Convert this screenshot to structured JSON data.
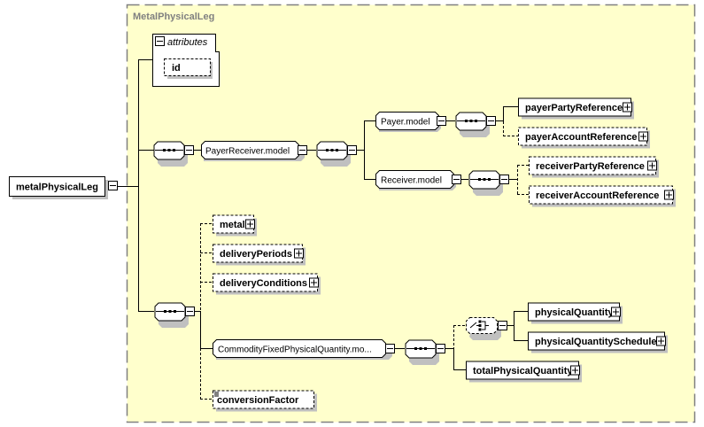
{
  "group": {
    "title": "MetalPhysicalLeg"
  },
  "root": {
    "label": "metalPhysicalLeg"
  },
  "attributes": {
    "title": "attributes",
    "items": [
      "id"
    ]
  },
  "colors": {
    "group_fill": "#ffffcc",
    "group_border": "#808080",
    "shadow": "#c0c0c0",
    "box_fill": "#ffffff"
  },
  "nodes": {
    "seq1": {
      "kind": "sequence"
    },
    "payer_receiver_model": {
      "label": "PayerReceiver.model",
      "kind": "group-ref"
    },
    "seq_pr": {
      "kind": "sequence"
    },
    "payer_model": {
      "label": "Payer.model",
      "kind": "group-ref"
    },
    "seq_payer": {
      "kind": "sequence"
    },
    "payer_party_reference": {
      "label": "payerPartyReference",
      "optional": false
    },
    "payer_account_reference": {
      "label": "payerAccountReference",
      "optional": true
    },
    "receiver_model": {
      "label": "Receiver.model",
      "kind": "group-ref"
    },
    "seq_receiver": {
      "kind": "sequence"
    },
    "receiver_party_reference": {
      "label": "receiverPartyReference",
      "optional": true
    },
    "receiver_account_reference": {
      "label": "receiverAccountReference",
      "optional": true
    },
    "seq2": {
      "kind": "sequence"
    },
    "metal": {
      "label": "metal",
      "optional": true
    },
    "delivery_periods": {
      "label": "deliveryPeriods",
      "optional": true
    },
    "delivery_conditions": {
      "label": "deliveryConditions",
      "optional": true
    },
    "commodity_model": {
      "label": "CommodityFixedPhysicalQuantity.mo...",
      "kind": "group-ref"
    },
    "seq_cfpq": {
      "kind": "sequence"
    },
    "choice": {
      "kind": "choice",
      "optional": true
    },
    "physical_quantity": {
      "label": "physicalQuantity",
      "optional": false
    },
    "physical_quantity_schedule": {
      "label": "physicalQuantitySchedule",
      "optional": false
    },
    "total_physical_quantity": {
      "label": "totalPhysicalQuantity",
      "optional": false
    },
    "conversion_factor": {
      "label": "conversionFactor",
      "optional": true,
      "simple_type": true
    }
  }
}
